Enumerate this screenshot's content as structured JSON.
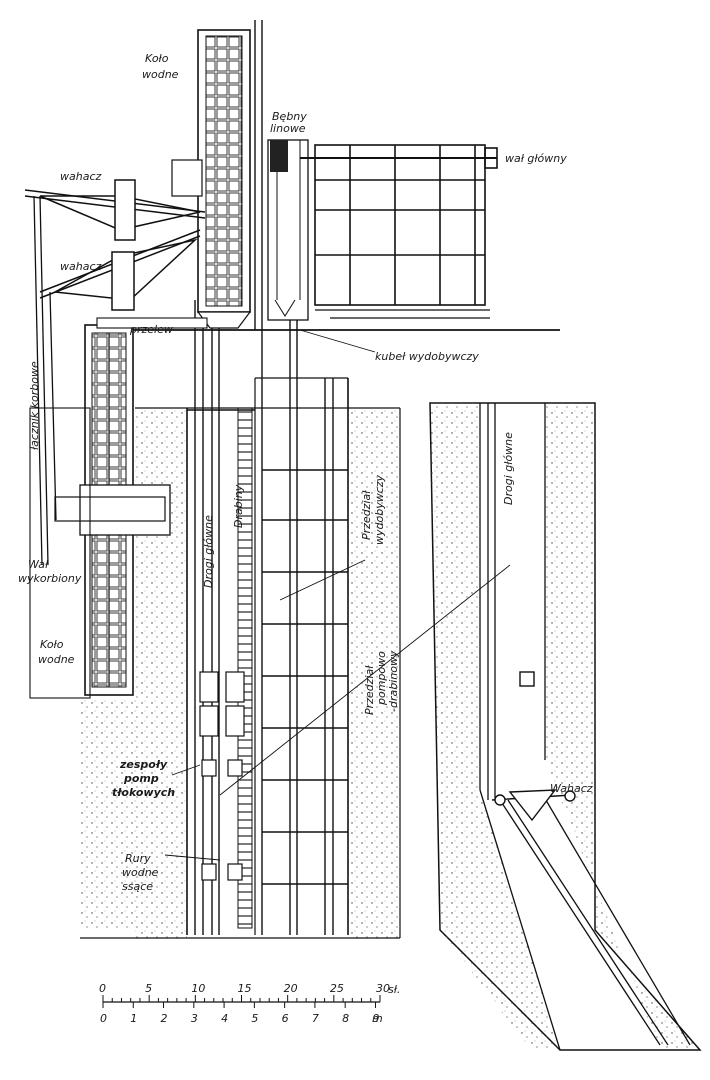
{
  "labels": {
    "kola_wodne_top_1": "Koło",
    "kola_wodne_top_2": "wodne",
    "bebny_1": "Bębny",
    "bebny_2": "linowe",
    "wal_glowny": "wał główny",
    "wahacz_1": "wahacz",
    "wahacz_2": "wahacz",
    "przelew": "przelew",
    "kubel": "kubeł wydobywczy",
    "cegnki": "łącznik korbowe",
    "wal_wykorbiony_1": "Wał",
    "wal_wykorbiony_2": "wykorbiony",
    "kolo_wodne_low_1": "Koło",
    "kolo_wodne_low_2": "wodne",
    "drogi_glowne": "Drogi główne",
    "drabiny": "Drabiny",
    "przedzial_wyd_1": "Przedział",
    "przedzial_wyd_2": "wydobywczy",
    "przedzial_pomp_1": "Przedział",
    "przedzial_pomp_2": "pompowo",
    "przedzial_pomp_3": "-drabinowy",
    "zespoly_1": "zespoły",
    "zespoly_2": "pomp",
    "zespoly_3": "tłokowych",
    "rury_1": "Rury",
    "rury_2": "wodne",
    "rury_3": "ssące",
    "drogi_glowne_right": "Drogi główne",
    "wahacz_right": "Wahacz"
  },
  "scale": {
    "top_ticks": [
      "0",
      "5",
      "10",
      "15",
      "20",
      "25",
      "30"
    ],
    "top_unit": "sł.",
    "bottom_ticks": [
      "0",
      "1",
      "2",
      "3",
      "4",
      "5",
      "6",
      "7",
      "8",
      "9"
    ],
    "bottom_unit": "m"
  }
}
